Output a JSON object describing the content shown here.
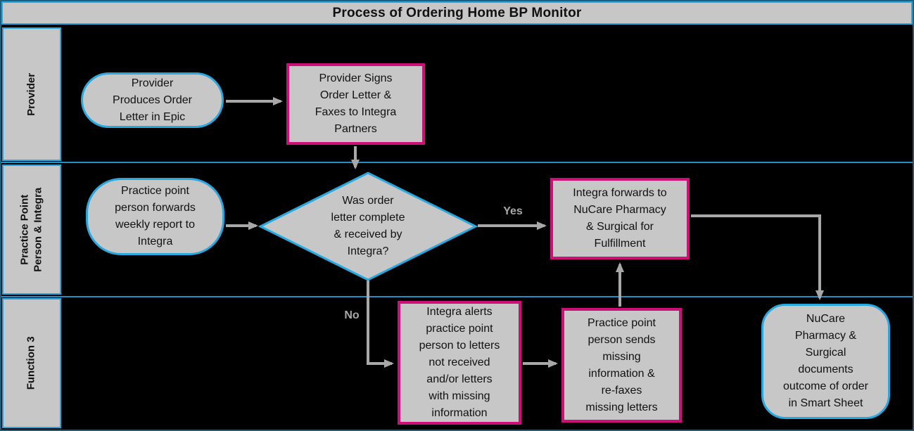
{
  "title": "Process of Ordering Home BP Monitor",
  "lanes": [
    {
      "label": "Provider"
    },
    {
      "label": "Practice Point\nPerson & Integra"
    },
    {
      "label": "Function 3"
    }
  ],
  "nodes": {
    "provider_produces_order": {
      "shape": "terminator",
      "text": "Provider\nProduces Order\nLetter in Epic"
    },
    "provider_signs_faxes": {
      "shape": "process",
      "text": "Provider Signs\nOrder Letter &\nFaxes to Integra\nPartners"
    },
    "practice_point_forwards_report": {
      "shape": "terminator",
      "text": "Practice point\nperson forwards\nweekly report to\nIntegra"
    },
    "order_letter_complete_decision": {
      "shape": "decision",
      "text": "Was order\nletter complete\n& received by\nIntegra?"
    },
    "integra_forwards_nucare": {
      "shape": "process",
      "text": "Integra forwards to\nNuCare Pharmacy\n& Surgical for\nFulfillment"
    },
    "integra_alerts_missing": {
      "shape": "process",
      "text": "Integra alerts\npractice point\nperson to letters\nnot received\nand/or letters\nwith missing\ninformation"
    },
    "practice_point_sends_missing": {
      "shape": "process",
      "text": "Practice point\nperson sends\nmissing\ninformation &\nre-faxes\nmissing letters"
    },
    "nucare_documents_outcome": {
      "shape": "terminator",
      "text": "NuCare\nPharmacy &\nSurgical\ndocuments\noutcome of order\nin Smart Sheet"
    }
  },
  "edge_labels": {
    "yes": "Yes",
    "no": "No"
  },
  "colors": {
    "background": "#000000",
    "lane_fill": "#C7C7C7",
    "shape_fill": "#C7C7C7",
    "terminator_border": "#29A8E0",
    "process_border": "#CC1077",
    "connector": "#A8A8A8",
    "lane_divider": "#1F8FC4",
    "outer_border": "#1B5E7D",
    "text": "#111111"
  }
}
